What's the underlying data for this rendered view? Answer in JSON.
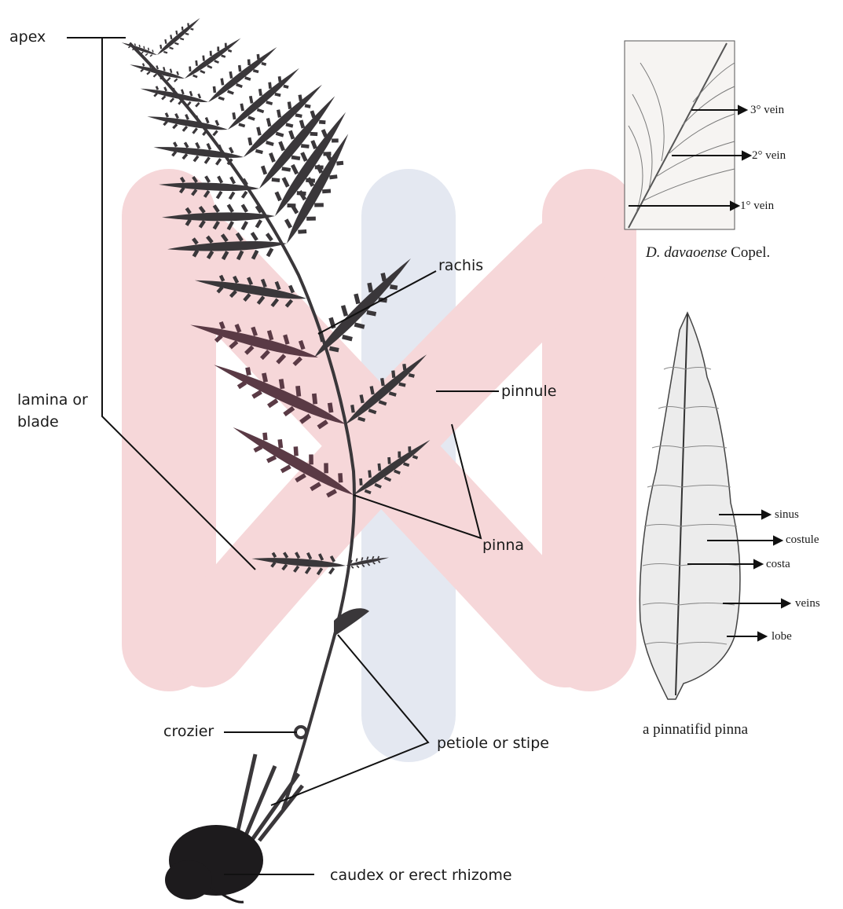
{
  "colors": {
    "watermark_pink": "#f6d7d9",
    "watermark_blue": "#e4e8f1",
    "frond_dark": "#3a373a",
    "frond_maroon": "#5a3a45",
    "line": "#111111"
  },
  "main_labels": {
    "apex": "apex",
    "lamina_line1": "lamina or",
    "lamina_line2": "blade",
    "rachis": "rachis",
    "pinnule": "pinnule",
    "pinna": "pinna",
    "crozier": "crozier",
    "petiole": "petiole or stipe",
    "caudex": "caudex or erect rhizome"
  },
  "inset_veins": {
    "labels": [
      "3° vein",
      "2° vein",
      "1° vein"
    ],
    "caption_species": "D. davaoense",
    "caption_author": " Copel."
  },
  "inset_pinna": {
    "labels": [
      "sinus",
      "costule",
      "costa",
      "veins",
      "lobe"
    ],
    "caption": "a pinnatifid pinna"
  }
}
